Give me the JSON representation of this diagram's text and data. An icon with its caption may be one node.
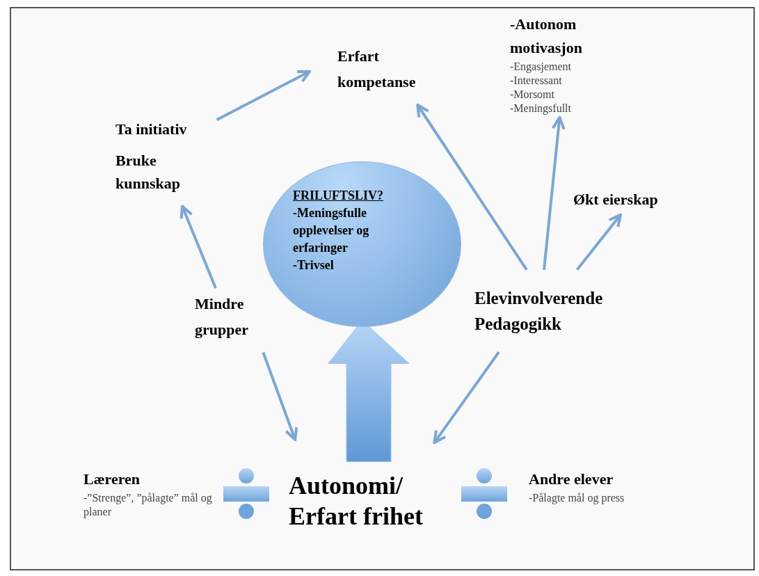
{
  "diagram": {
    "nodes": [
      {
        "text": [
          "Erfart kompetanse"
        ]
      },
      {
        "text": [
          "-Autonom motivasjon",
          "-Engasjement",
          "-Interessant",
          "-Morsomt",
          "-Meningsfullt"
        ]
      },
      {
        "text": [
          "Ta initiativ",
          "Bruke kunnskap"
        ]
      },
      {
        "text": [
          "Økt eierskap"
        ]
      },
      {
        "text": [
          "FRILUFTSLIV?",
          "-Meningsfulle opplevelser og erfaringer",
          "-Trivsel"
        ]
      },
      {
        "text": [
          "Mindre grupper"
        ]
      },
      {
        "text": [
          "Elevinvolverende Pedagogikk"
        ]
      },
      {
        "text": [
          "Læreren",
          "-”Strenge”, ”pålagte” mål og planer"
        ]
      },
      {
        "text": [
          "Autonomi/ Erfart frihet"
        ]
      },
      {
        "text": [
          "Andre elever",
          "-Pålagte mål og press"
        ]
      }
    ],
    "edges": [
      {
        "from": 5,
        "to": 2,
        "arrow": "to"
      },
      {
        "from": 2,
        "to": 0,
        "arrow": "to"
      },
      {
        "from": 6,
        "to": 0,
        "arrow": "to"
      },
      {
        "from": 6,
        "to": 1,
        "arrow": "to"
      },
      {
        "from": 6,
        "to": 3,
        "arrow": "to"
      },
      {
        "from": 5,
        "to": 8,
        "arrow": "to"
      },
      {
        "from": 6,
        "to": 8,
        "arrow": "to"
      },
      {
        "from": 8,
        "to": 4,
        "arrow": "to",
        "style": "thick"
      }
    ]
  }
}
